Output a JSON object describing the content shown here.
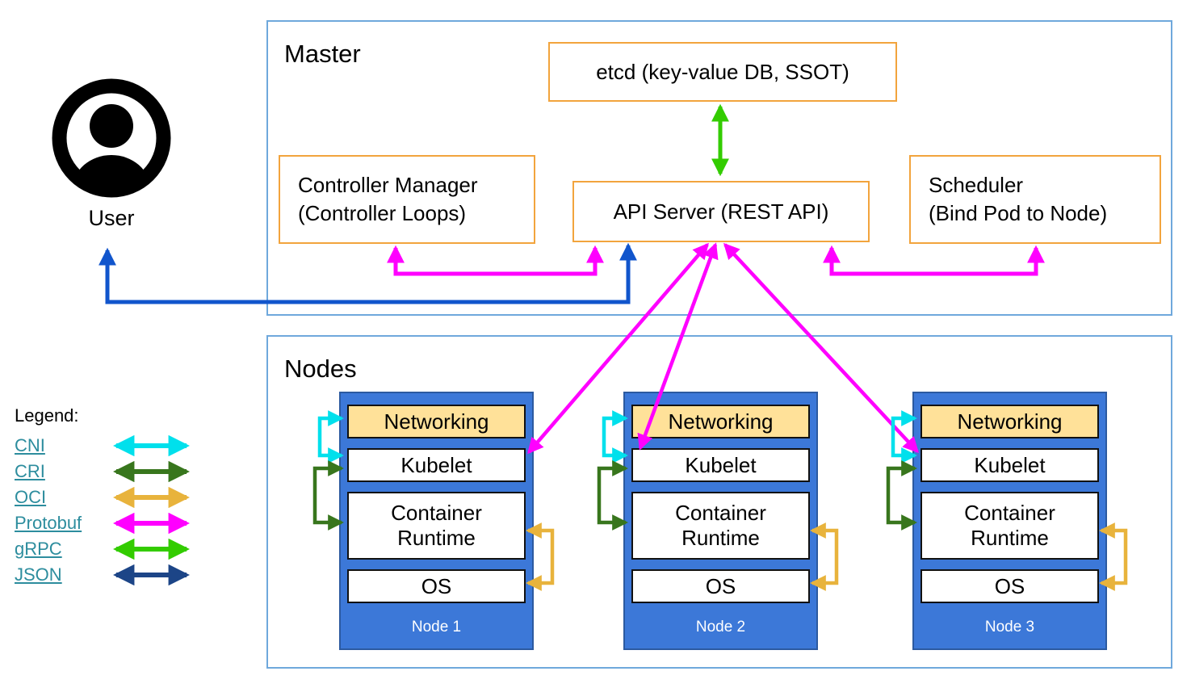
{
  "user": {
    "label": "User"
  },
  "master": {
    "title": "Master",
    "etcd_label": "etcd (key-value DB, SSOT)",
    "controller_manager_label": "Controller Manager",
    "controller_manager_sub": "(Controller Loops)",
    "api_server_label": "API Server (REST API)",
    "scheduler_label": "Scheduler",
    "scheduler_sub": "(Bind Pod to Node)"
  },
  "nodes_section": {
    "title": "Nodes",
    "layers": {
      "networking": "Networking",
      "kubelet": "Kubelet",
      "container_runtime": "Container Runtime",
      "os": "OS"
    },
    "nodes": [
      {
        "label": "Node 1"
      },
      {
        "label": "Node 2"
      },
      {
        "label": "Node 3"
      }
    ]
  },
  "legend": {
    "title": "Legend:",
    "items": [
      "CNI",
      "CRI",
      "OCI",
      "Protobuf",
      "gRPC",
      "JSON"
    ]
  },
  "colors": {
    "section_border": "#6FA8DC",
    "component_border": "#F2A43D",
    "node_fill": "#3C78D8",
    "node_border": "#2C5AA0",
    "networking_fill": "#FFE199",
    "legend_link": "#2D8D9E",
    "cni": "#00E0EC",
    "cri": "#38761D",
    "oci": "#E8B33C",
    "protobuf": "#FF00FF",
    "grpc": "#33CC00",
    "json": "#1C4587",
    "user_api": "#1155CC"
  }
}
